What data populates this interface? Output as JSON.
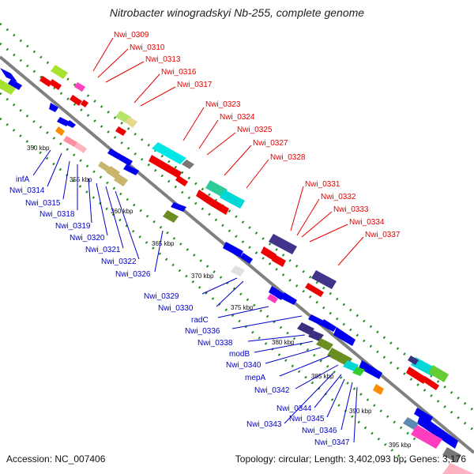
{
  "title": "Nitrobacter winogradskyi Nb-255, complete genome",
  "accession_label": "Accession: NC_007406",
  "info_text": "Topology: circular; Length: 3,402,093 bp; Genes: 3,176",
  "scale_ticks": [
    "350 kbp",
    "355 kbp",
    "360 kbp",
    "365 kbp",
    "370 kbp",
    "375 kbp",
    "380 kbp",
    "385 kbp",
    "390 kbp",
    "395 kbp"
  ],
  "upper_labels": [
    "Nwi_0309",
    "Nwi_0310",
    "Nwi_0313",
    "Nwi_0316",
    "Nwi_0317",
    "Nwi_0323",
    "Nwi_0324",
    "Nwi_0325",
    "Nwi_0327",
    "Nwi_0328",
    "Nwi_0331",
    "Nwi_0332",
    "Nwi_0333",
    "Nwi_0334",
    "Nwi_0337"
  ],
  "lower_labels": [
    "infA",
    "Nwi_0314",
    "Nwi_0315",
    "Nwi_0318",
    "Nwi_0319",
    "Nwi_0320",
    "Nwi_0321",
    "Nwi_0322",
    "Nwi_0326",
    "Nwi_0329",
    "Nwi_0330",
    "radC",
    "Nwi_0336",
    "Nwi_0338",
    "modB",
    "Nwi_0340",
    "mepA",
    "Nwi_0342",
    "Nwi_0344",
    "Nwi_0345",
    "Nwi_0343",
    "Nwi_0346",
    "Nwi_0347"
  ],
  "colors": {
    "backbone": "#808080",
    "forward_gene": "#0000ee",
    "reverse_gene": "#ee0000",
    "track_dots": "#1f8a1f",
    "label_upper": "#e60000",
    "label_lower": "#0000cc"
  }
}
